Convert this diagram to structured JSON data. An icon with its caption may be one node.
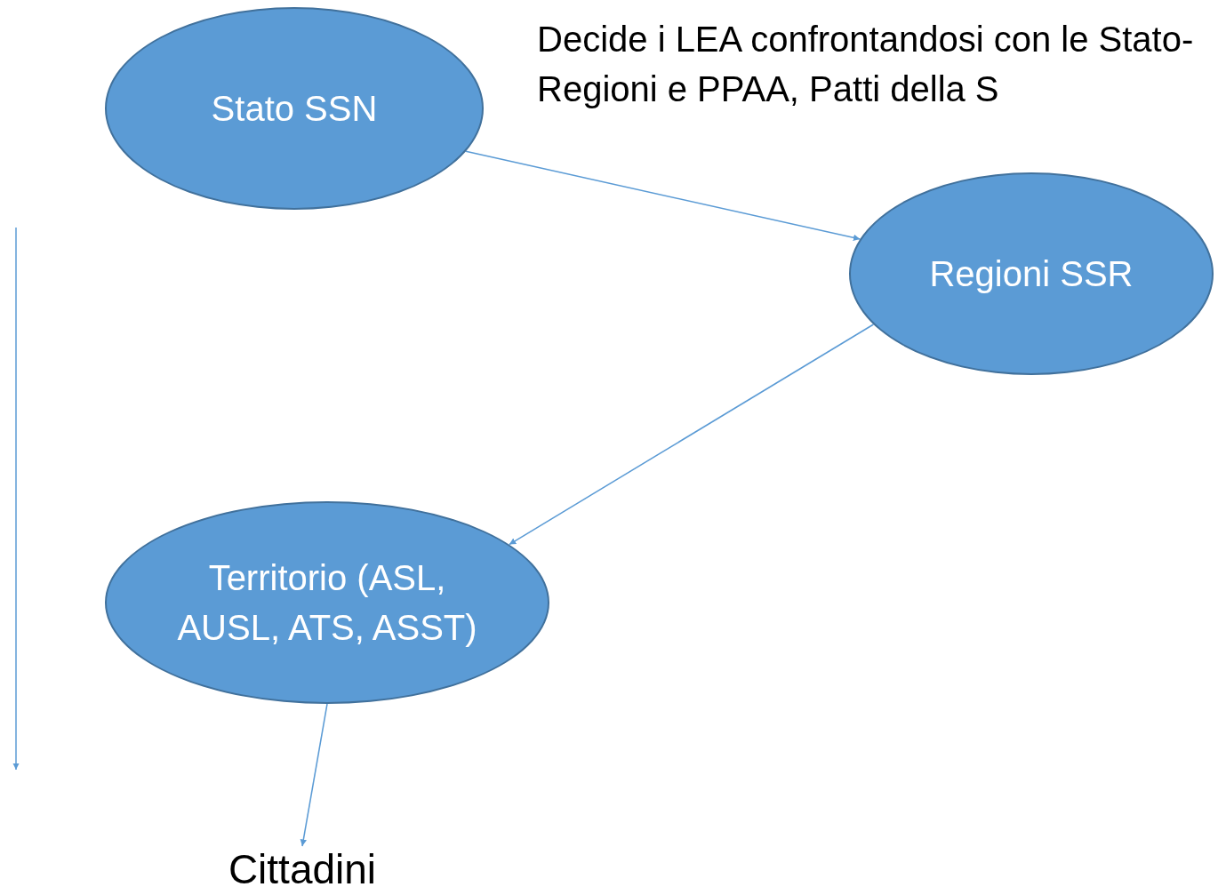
{
  "diagram": {
    "nodes": [
      {
        "text": [
          "Stato SSN"
        ]
      },
      {
        "text": [
          "Regioni SSR"
        ]
      },
      {
        "text": [
          "Territorio (ASL, AUSL, ATS, ASST)"
        ]
      },
      {
        "text": [
          "Cittadini"
        ]
      }
    ],
    "edges": [
      {
        "from": 0,
        "to": 1,
        "arrow": "to"
      },
      {
        "from": 1,
        "to": 2,
        "arrow": "to"
      },
      {
        "from": 2,
        "to": 3,
        "arrow": "to"
      }
    ],
    "labels": [
      "Decide i LEA confrontandosi con le Stato-Regioni e PPAA, Patti della S"
    ]
  }
}
